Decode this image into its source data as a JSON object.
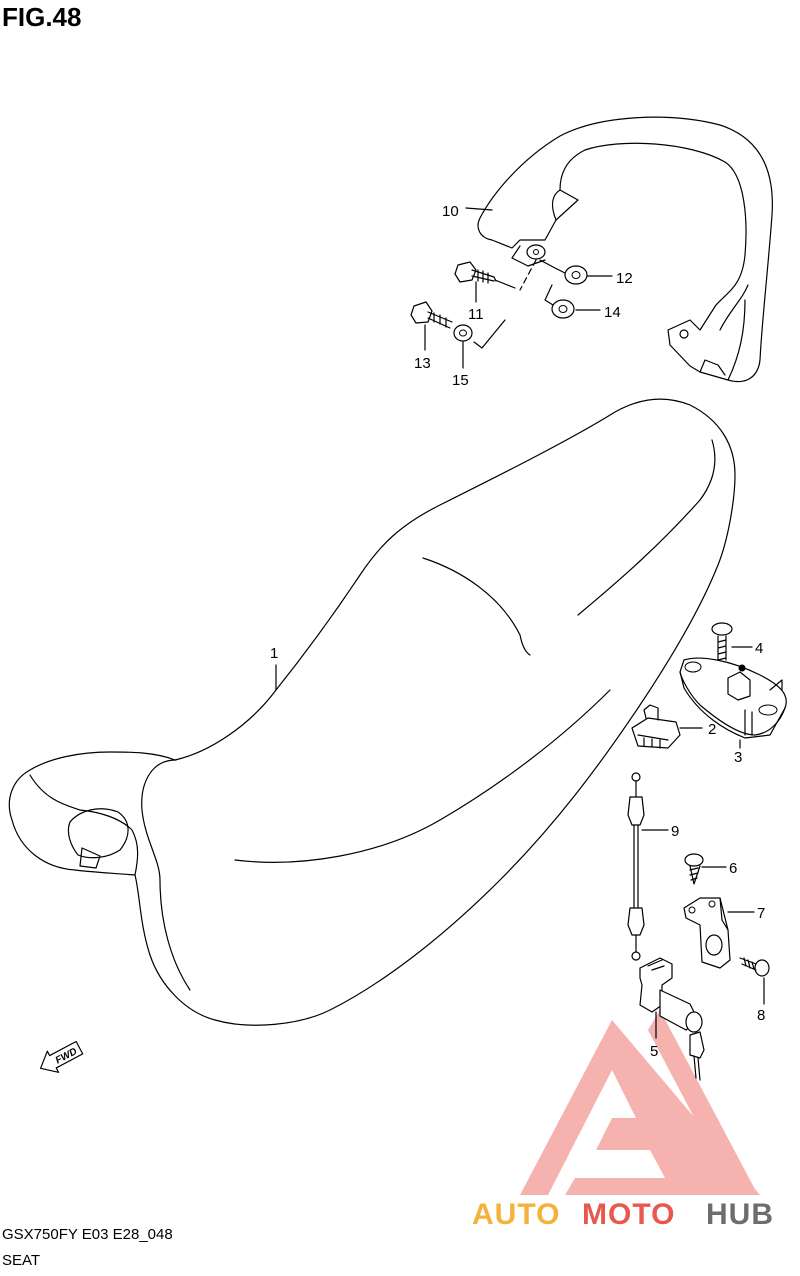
{
  "figure": {
    "title": "FIG.48",
    "model_code": "GSX750FY E03 E28_048",
    "section_name": "SEAT"
  },
  "callouts": [
    "1",
    "2",
    "3",
    "4",
    "5",
    "6",
    "7",
    "8",
    "9",
    "10",
    "11",
    "12",
    "13",
    "14",
    "15"
  ],
  "direction_arrow": {
    "label": "FWD"
  },
  "watermark": {
    "word_part_1": "AUTO",
    "word_part_2": "MOTO",
    "word_part_3": "HUB",
    "colors": {
      "orange": "#f5b23a",
      "red": "#e8584f",
      "gray": "#6d6d6d",
      "triangle": "#f4a5a0"
    }
  }
}
